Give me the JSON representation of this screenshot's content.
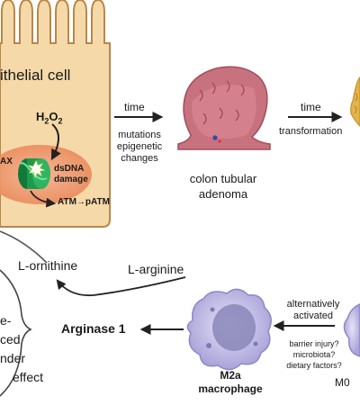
{
  "cell": {
    "label": "ithelial cell",
    "h2o2_main": "H",
    "h2o2_sub1": "2",
    "h2o2_o": "O",
    "h2o2_sub2": "2",
    "ax": "AX",
    "dsdna": "dsDNA",
    "damage": "damage",
    "atm": "ATM→pATM"
  },
  "arrow1": {
    "top": "time",
    "bottom_line1": "mutations",
    "bottom_line2": "epigenetic",
    "bottom_line3": "changes"
  },
  "adenoma": {
    "line1": "colon tubular",
    "line2": "adenoma"
  },
  "arrow2": {
    "top": "time",
    "bottom": "transformation"
  },
  "metabolites": {
    "ornithine": "L-ornithine",
    "arginine": "L-arginine"
  },
  "bystander": {
    "line1": "e-",
    "line2": "ced",
    "line3": "nder",
    "line4": "effect"
  },
  "arginase": "Arginase 1",
  "m2a": {
    "line1": "M2a",
    "line2": "macrophage"
  },
  "activation": {
    "line1": "alternatively",
    "line2": "activated"
  },
  "factors": {
    "line1": "barrier injury?",
    "line2": "microbiota?",
    "line3": "dietary factors?"
  },
  "m0": "M0",
  "colors": {
    "cell_fill": "#f6d9a8",
    "cell_stroke": "#b9874a",
    "nucleus": "#f0a57c",
    "dna": "#1f9a4e",
    "adenoma": "#c8727f",
    "macrophage": "#c9c5ea"
  }
}
